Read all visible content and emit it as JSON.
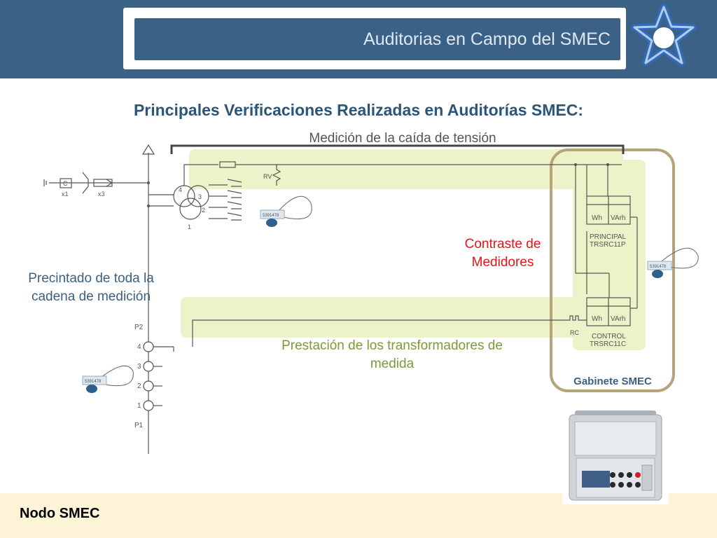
{
  "header": {
    "title": "Auditorias en Campo del SMEC"
  },
  "main": {
    "title": "Principales Verificaciones Realizadas en Auditorías SMEC:"
  },
  "diagram": {
    "labels": {
      "caida": "Medición de la caída de tensión",
      "precintado": "Precintado de toda la cadena de medición",
      "contraste": "Contraste de Medidores",
      "prestacion": "Prestación de los transformadores de medida",
      "gabinete": "Gabinete SMEC"
    },
    "meter_principal": {
      "wh": "Wh",
      "varh": "VArh",
      "name": "PRINCIPAL",
      "code": "TRSRC11P"
    },
    "meter_control": {
      "wh": "Wh",
      "varh": "VArh",
      "name": "CONTROL",
      "code": "TRSRC11C"
    },
    "components": {
      "rv": "RV",
      "rc": "RC",
      "c": "C",
      "x1": "x1",
      "x3": "x3"
    },
    "terminals": {
      "p2": "P2",
      "t4": "4",
      "t3": "3",
      "t2": "2",
      "t1": "1",
      "p1": "P1"
    },
    "ct_taps": {
      "t4": "4",
      "t3": "3",
      "t2": "2",
      "t1": "1"
    },
    "seal_number": "5391478",
    "colors": {
      "header": "#3b6286",
      "highlight": "#eef2c8",
      "cabinet_border": "#b6a57a",
      "contraste": "#e0161b",
      "prestacion": "#7b9b36"
    }
  },
  "footer": {
    "label": "Nodo SMEC"
  }
}
